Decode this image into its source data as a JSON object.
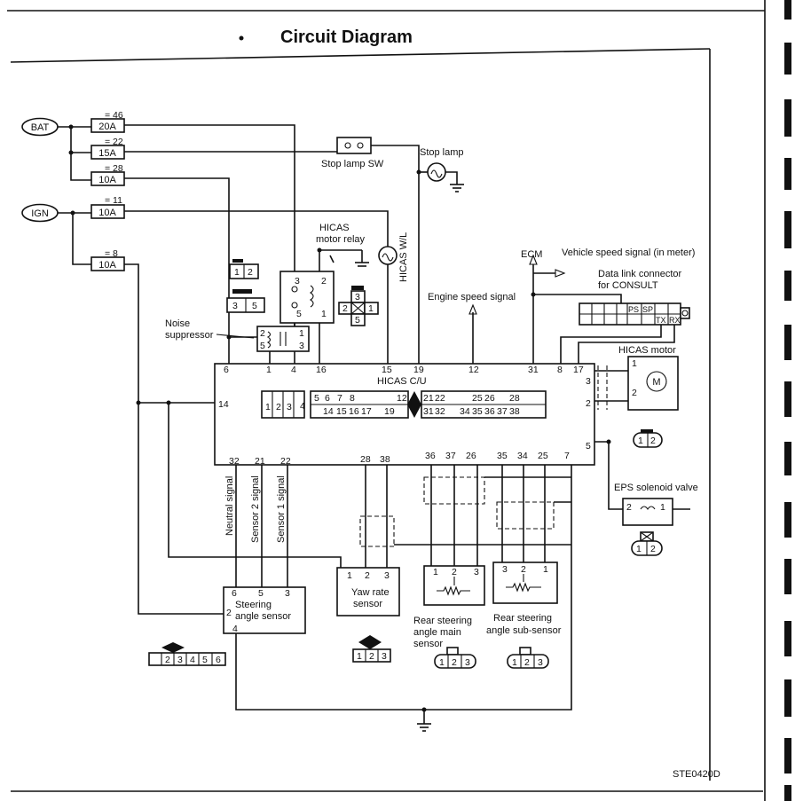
{
  "title": "Circuit Diagram",
  "ref_code": "STE0420D",
  "power": {
    "bat": "BAT",
    "ign": "IGN"
  },
  "fuses": [
    {
      "id": "= 46",
      "rating": "20A"
    },
    {
      "id": "= 22",
      "rating": "15A"
    },
    {
      "id": "= 28",
      "rating": "10A"
    },
    {
      "id": "= 11",
      "rating": "10A"
    },
    {
      "id": "= 8",
      "rating": "10A"
    }
  ],
  "components": {
    "stop_lamp_sw": "Stop lamp SW",
    "stop_lamp": "Stop lamp",
    "relay_l1": "HICAS",
    "relay_l2": "motor relay",
    "warning_lamp": "HICAS W/L",
    "noise_l1": "Noise",
    "noise_l2": "suppressor",
    "ecm": "ECM",
    "vss": "Vehicle speed signal (in meter)",
    "dlc_l1": "Data link connector",
    "dlc_l2": "for CONSULT",
    "engine_speed": "Engine speed signal",
    "cu": "HICAS C/U",
    "motor_title": "HICAS motor",
    "motor_symbol": "M",
    "eps_title": "EPS solenoid valve",
    "neutral": "Neutral signal",
    "sensor2": "Sensor 2 signal",
    "sensor1": "Sensor 1 signal",
    "steer_l1": "Steering",
    "steer_l2": "angle sensor",
    "yaw_l1": "Yaw rate",
    "yaw_l2": "sensor",
    "rear_main_l1": "Rear steering",
    "rear_main_l2": "angle main",
    "rear_main_l3": "sensor",
    "rear_sub_l1": "Rear steering",
    "rear_sub_l2": "angle sub-sensor"
  },
  "dlc_pins": [
    "PS",
    "SP",
    "TX",
    "RX"
  ],
  "cu_connector": {
    "top": [
      "5",
      "6",
      "7",
      "8",
      "12",
      "21",
      "22",
      "25",
      "26",
      "28"
    ],
    "bottom": [
      "1",
      "2",
      "3",
      "4",
      "14",
      "15",
      "16",
      "17",
      "19",
      "31",
      "32",
      "34",
      "35",
      "36",
      "37",
      "38"
    ]
  },
  "pin_numbers": {
    "top": [
      "6",
      "1",
      "4",
      "16",
      "15",
      "19",
      "12",
      "31",
      "8",
      "17"
    ],
    "left": [
      "14"
    ],
    "right": [
      "3",
      "2",
      "5"
    ],
    "bottom": [
      "32",
      "21",
      "22",
      "28",
      "38",
      "36",
      "37",
      "26",
      "35",
      "34",
      "25",
      "7"
    ]
  },
  "connectors": {
    "relay_a": [
      "1",
      "2"
    ],
    "relay_b": [
      "3",
      "5"
    ],
    "relay_cross": [
      "3",
      "2",
      "1",
      "5"
    ],
    "relay_pins": [
      "3",
      "2",
      "5",
      "1"
    ],
    "noise_pins": [
      "2",
      "5",
      "1",
      "3"
    ],
    "motor_pins": [
      "1",
      "2"
    ],
    "motor_conn": [
      "1",
      "2"
    ],
    "eps_pins": [
      "2",
      "1"
    ],
    "eps_conn": [
      "1",
      "2"
    ],
    "steer_pins": [
      "6",
      "5",
      "3",
      "2",
      "4"
    ],
    "steer_conn": [
      "2",
      "3",
      "4",
      "5",
      "6"
    ],
    "yaw_pins": [
      "1",
      "2",
      "3"
    ],
    "yaw_conn": [
      "1",
      "2",
      "3"
    ],
    "rear_main_pins": [
      "1",
      "2",
      "3"
    ],
    "rear_main_conn": [
      "1",
      "2",
      "3"
    ],
    "rear_sub_pins": [
      "3",
      "2",
      "1"
    ],
    "rear_sub_conn": [
      "1",
      "2",
      "3"
    ]
  }
}
